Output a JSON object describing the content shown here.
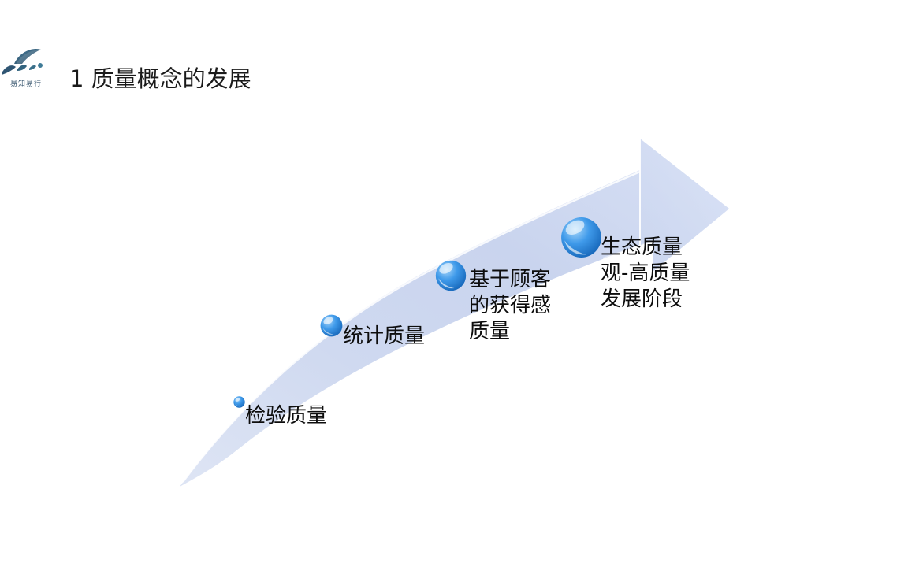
{
  "slide": {
    "background_color": "#ffffff",
    "title": "1  质量概念的发展",
    "logo": {
      "name": "logo-mark",
      "wordmark": "易知易行",
      "color": "#3a5a74"
    }
  },
  "diagram": {
    "type": "curved-up-arrow-progression",
    "arrow": {
      "fill_start": "#e9eef9",
      "fill_end": "#c4d0ec",
      "direction": "up-right",
      "description": "Upward sweeping curved arrow rising from lower-left to upper-right"
    },
    "stages": [
      {
        "index": 0,
        "label": "检验质量",
        "marker": "sphere-marker",
        "marker_size": 15,
        "marker_color": "#2e8ae0"
      },
      {
        "index": 1,
        "label": "统计质量",
        "marker": "sphere-marker",
        "marker_size": 28,
        "marker_color": "#2e8ae0"
      },
      {
        "index": 2,
        "label": "基于顾客\n的获得感\n质量",
        "marker": "sphere-marker",
        "marker_size": 38,
        "marker_color": "#2e8ae0"
      },
      {
        "index": 3,
        "label": "生态质量\n观-高质量\n发展阶段",
        "marker": "sphere-marker",
        "marker_size": 51,
        "marker_color": "#2e8ae0"
      }
    ]
  }
}
